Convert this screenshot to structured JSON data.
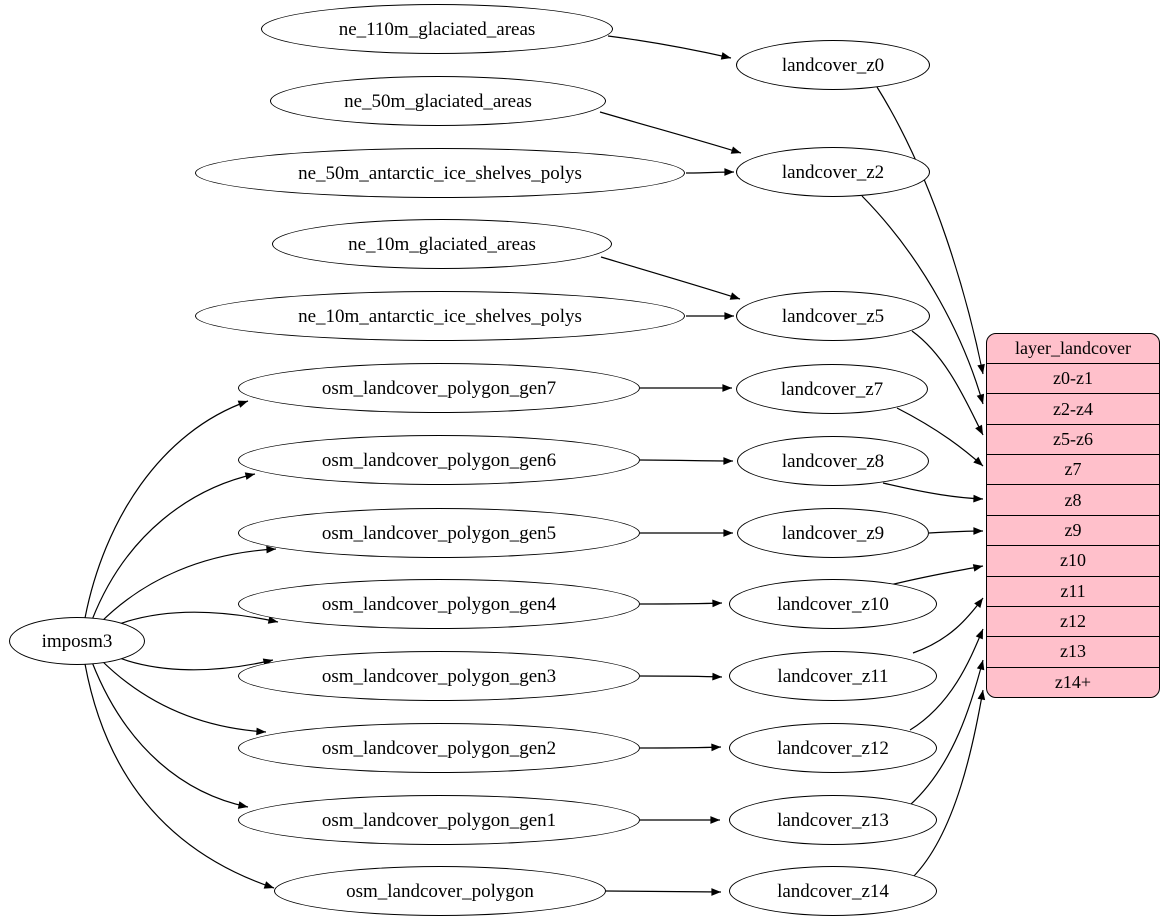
{
  "diagram": {
    "type": "dataflow-graph",
    "background_color": "#ffffff",
    "node_fill": "#ffffff",
    "node_stroke": "#000000",
    "edge_color": "#000000",
    "record_fill": "#ffc0cb"
  },
  "root": {
    "label": "imposm3"
  },
  "sources": [
    {
      "label": "ne_110m_glaciated_areas"
    },
    {
      "label": "ne_50m_glaciated_areas"
    },
    {
      "label": "ne_50m_antarctic_ice_shelves_polys"
    },
    {
      "label": "ne_10m_glaciated_areas"
    },
    {
      "label": "ne_10m_antarctic_ice_shelves_polys"
    },
    {
      "label": "osm_landcover_polygon_gen7"
    },
    {
      "label": "osm_landcover_polygon_gen6"
    },
    {
      "label": "osm_landcover_polygon_gen5"
    },
    {
      "label": "osm_landcover_polygon_gen4"
    },
    {
      "label": "osm_landcover_polygon_gen3"
    },
    {
      "label": "osm_landcover_polygon_gen2"
    },
    {
      "label": "osm_landcover_polygon_gen1"
    },
    {
      "label": "osm_landcover_polygon"
    }
  ],
  "stages": [
    {
      "label": "landcover_z0"
    },
    {
      "label": "landcover_z2"
    },
    {
      "label": "landcover_z5"
    },
    {
      "label": "landcover_z7"
    },
    {
      "label": "landcover_z8"
    },
    {
      "label": "landcover_z9"
    },
    {
      "label": "landcover_z10"
    },
    {
      "label": "landcover_z11"
    },
    {
      "label": "landcover_z12"
    },
    {
      "label": "landcover_z13"
    },
    {
      "label": "landcover_z14"
    }
  ],
  "sink": {
    "title": "layer_landcover",
    "rows": [
      "z0-z1",
      "z2-z4",
      "z5-z6",
      "z7",
      "z8",
      "z9",
      "z10",
      "z11",
      "z12",
      "z13",
      "z14+"
    ]
  },
  "edges": [
    [
      "imposm3",
      "osm_landcover_polygon_gen7"
    ],
    [
      "imposm3",
      "osm_landcover_polygon_gen6"
    ],
    [
      "imposm3",
      "osm_landcover_polygon_gen5"
    ],
    [
      "imposm3",
      "osm_landcover_polygon_gen4"
    ],
    [
      "imposm3",
      "osm_landcover_polygon_gen3"
    ],
    [
      "imposm3",
      "osm_landcover_polygon_gen2"
    ],
    [
      "imposm3",
      "osm_landcover_polygon_gen1"
    ],
    [
      "imposm3",
      "osm_landcover_polygon"
    ],
    [
      "ne_110m_glaciated_areas",
      "landcover_z0"
    ],
    [
      "ne_50m_glaciated_areas",
      "landcover_z2"
    ],
    [
      "ne_50m_antarctic_ice_shelves_polys",
      "landcover_z2"
    ],
    [
      "ne_10m_glaciated_areas",
      "landcover_z5"
    ],
    [
      "ne_10m_antarctic_ice_shelves_polys",
      "landcover_z5"
    ],
    [
      "osm_landcover_polygon_gen7",
      "landcover_z7"
    ],
    [
      "osm_landcover_polygon_gen6",
      "landcover_z8"
    ],
    [
      "osm_landcover_polygon_gen5",
      "landcover_z9"
    ],
    [
      "osm_landcover_polygon_gen4",
      "landcover_z10"
    ],
    [
      "osm_landcover_polygon_gen3",
      "landcover_z11"
    ],
    [
      "osm_landcover_polygon_gen2",
      "landcover_z12"
    ],
    [
      "osm_landcover_polygon_gen1",
      "landcover_z13"
    ],
    [
      "osm_landcover_polygon",
      "landcover_z14"
    ],
    [
      "landcover_z0",
      "layer_landcover:z0-z1"
    ],
    [
      "landcover_z2",
      "layer_landcover:z2-z4"
    ],
    [
      "landcover_z5",
      "layer_landcover:z5-z6"
    ],
    [
      "landcover_z7",
      "layer_landcover:z7"
    ],
    [
      "landcover_z8",
      "layer_landcover:z8"
    ],
    [
      "landcover_z9",
      "layer_landcover:z9"
    ],
    [
      "landcover_z10",
      "layer_landcover:z10"
    ],
    [
      "landcover_z11",
      "layer_landcover:z11"
    ],
    [
      "landcover_z12",
      "layer_landcover:z12"
    ],
    [
      "landcover_z13",
      "layer_landcover:z13"
    ],
    [
      "landcover_z14",
      "layer_landcover:z14+"
    ]
  ]
}
